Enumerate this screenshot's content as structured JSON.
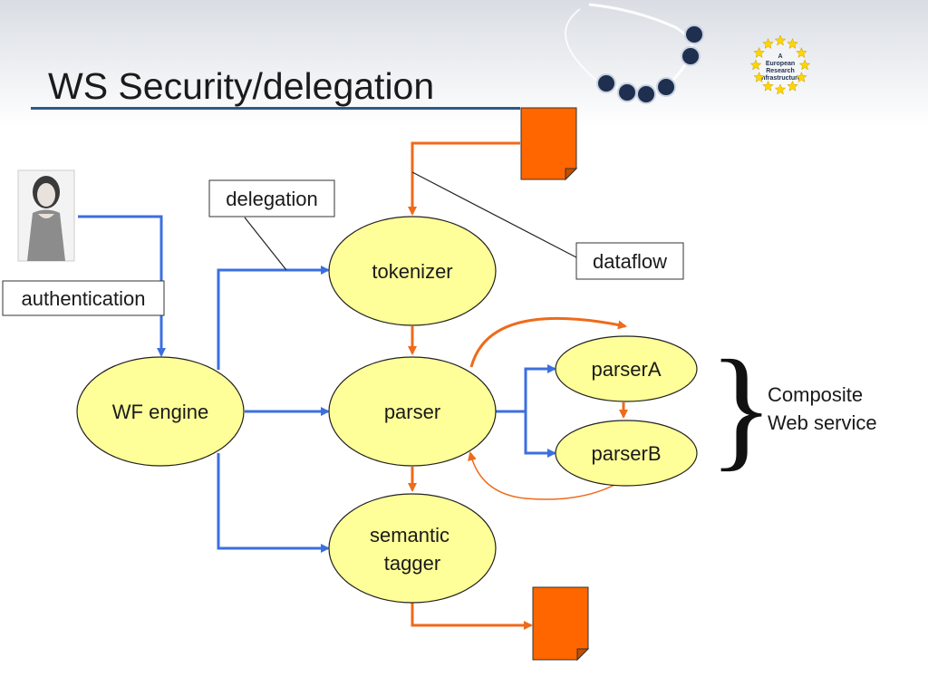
{
  "slide": {
    "title": "WS Security/delegation"
  },
  "logo": {
    "line1": "A",
    "line2": "European",
    "line3": "Research",
    "line4": "Infrastructure"
  },
  "colors": {
    "node_fill": "#ffff99",
    "blue_arrow": "#3b6fe0",
    "orange": "#ef6a1a",
    "title_rule": "#2f5a86"
  },
  "labels": {
    "delegation": "delegation",
    "authentication": "authentication",
    "dataflow": "dataflow"
  },
  "nodes": {
    "wf_engine": "WF engine",
    "tokenizer": "tokenizer",
    "parser": "parser",
    "semantic_line1": "semantic",
    "semantic_line2": "tagger",
    "parser_a": "parserA",
    "parser_b": "parserB"
  },
  "composite": {
    "line1": "Composite",
    "line2": "Web service",
    "brace": "}"
  }
}
